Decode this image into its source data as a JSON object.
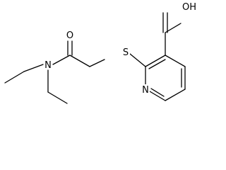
{
  "atoms": {
    "oxygen_carbonyl": "O",
    "nitrogen_amide": "N",
    "sulfur": "S",
    "hydroxyl": "OH",
    "nitrogen_pyridine": "N"
  },
  "colors": {
    "bond": "#000000",
    "label": "#000000",
    "background": "#ffffff"
  }
}
